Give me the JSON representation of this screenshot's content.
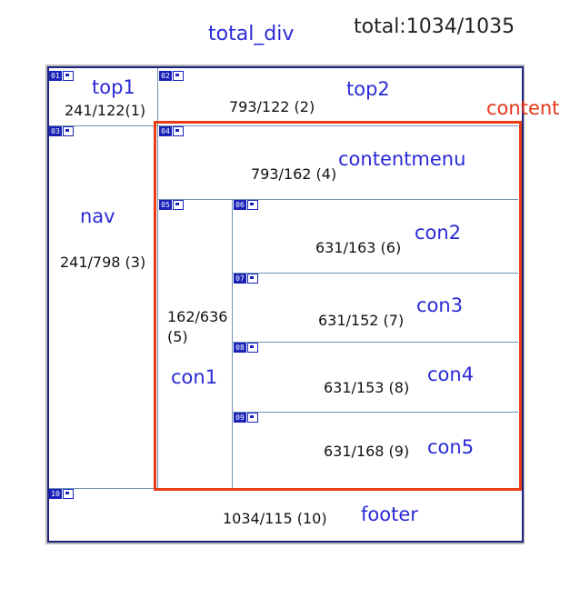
{
  "header": {
    "title": "total_div",
    "total": "total:1034/1035"
  },
  "labels": {
    "content": "content"
  },
  "boxes": [
    {
      "num": "01",
      "name": "top1",
      "dims": "241/122(1)"
    },
    {
      "num": "02",
      "name": "top2",
      "dims": "793/122 (2)"
    },
    {
      "num": "03",
      "name": "nav",
      "dims": "241/798 (3)"
    },
    {
      "num": "04",
      "name": "contentmenu",
      "dims": "793/162 (4)"
    },
    {
      "num": "05",
      "name": "con1",
      "dims_line1": "162/636",
      "dims_line2": "(5)"
    },
    {
      "num": "06",
      "name": "con2",
      "dims": "631/163 (6)"
    },
    {
      "num": "07",
      "name": "con3",
      "dims": "631/152 (7)"
    },
    {
      "num": "08",
      "name": "con4",
      "dims": "631/153 (8)"
    },
    {
      "num": "09",
      "name": "con5",
      "dims": "631/168 (9)"
    },
    {
      "num": "10",
      "name": "footer",
      "dims": "1034/115 (10)"
    }
  ],
  "colors": {
    "label_blue": "#2a2ad6",
    "content_red": "#e8371a",
    "frame_navy": "#1e2480",
    "divider": "#6f94b5"
  }
}
